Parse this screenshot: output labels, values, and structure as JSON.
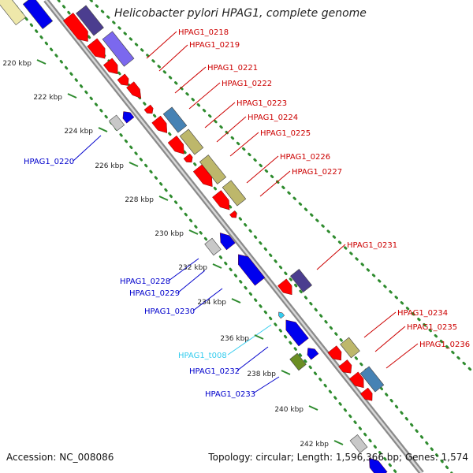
{
  "header": {
    "title": "Helicobacter pylori HPAG1, complete genome"
  },
  "footer": {
    "accession": "Accession: NC_008086",
    "topology": "Topology: circular; Length: 1,596,366 bp; Genes: 1,574"
  },
  "colors": {
    "backbone": "#a0a0a0",
    "axis_dots": "#2e8b2e",
    "forward_gene": "#ff0000",
    "forward_label": "#cc0000",
    "reverse_gene": "#0000ee",
    "reverse_label": "#0000cc",
    "trna": "#33ccee",
    "cog_navy": "#4b3d8f",
    "cog_purple": "#7b68ee",
    "cog_steel": "#4682b4",
    "cog_khaki": "#bdb76b",
    "cog_olive": "#6b8e23",
    "cog_gray": "#c8c8c8",
    "cog_paleyellow": "#eee8aa"
  },
  "scale": {
    "unit": "kbp",
    "ticks": [
      {
        "label": "220 kbp"
      },
      {
        "label": "222 kbp"
      },
      {
        "label": "224 kbp"
      },
      {
        "label": "226 kbp"
      },
      {
        "label": "228 kbp"
      },
      {
        "label": "230 kbp"
      },
      {
        "label": "232 kbp"
      },
      {
        "label": "234 kbp"
      },
      {
        "label": "236 kbp"
      },
      {
        "label": "238 kbp"
      },
      {
        "label": "240 kbp"
      },
      {
        "label": "242 kbp"
      }
    ]
  },
  "genes": {
    "forward": [
      {
        "name": "HPAG1_0218"
      },
      {
        "name": "HPAG1_0219"
      },
      {
        "name": "HPAG1_0221"
      },
      {
        "name": "HPAG1_0222"
      },
      {
        "name": "HPAG1_0223"
      },
      {
        "name": "HPAG1_0224"
      },
      {
        "name": "HPAG1_0225"
      },
      {
        "name": "HPAG1_0226"
      },
      {
        "name": "HPAG1_0227"
      },
      {
        "name": "HPAG1_0231"
      },
      {
        "name": "HPAG1_0234"
      },
      {
        "name": "HPAG1_0235"
      },
      {
        "name": "HPAG1_0236"
      }
    ],
    "reverse": [
      {
        "name": "HPAG1_0220"
      },
      {
        "name": "HPAG1_0228"
      },
      {
        "name": "HPAG1_0229"
      },
      {
        "name": "HPAG1_0230"
      },
      {
        "name": "HPAG1_0232"
      },
      {
        "name": "HPAG1_0233"
      }
    ],
    "trna": [
      {
        "name": "HPAG1_t008"
      }
    ]
  }
}
